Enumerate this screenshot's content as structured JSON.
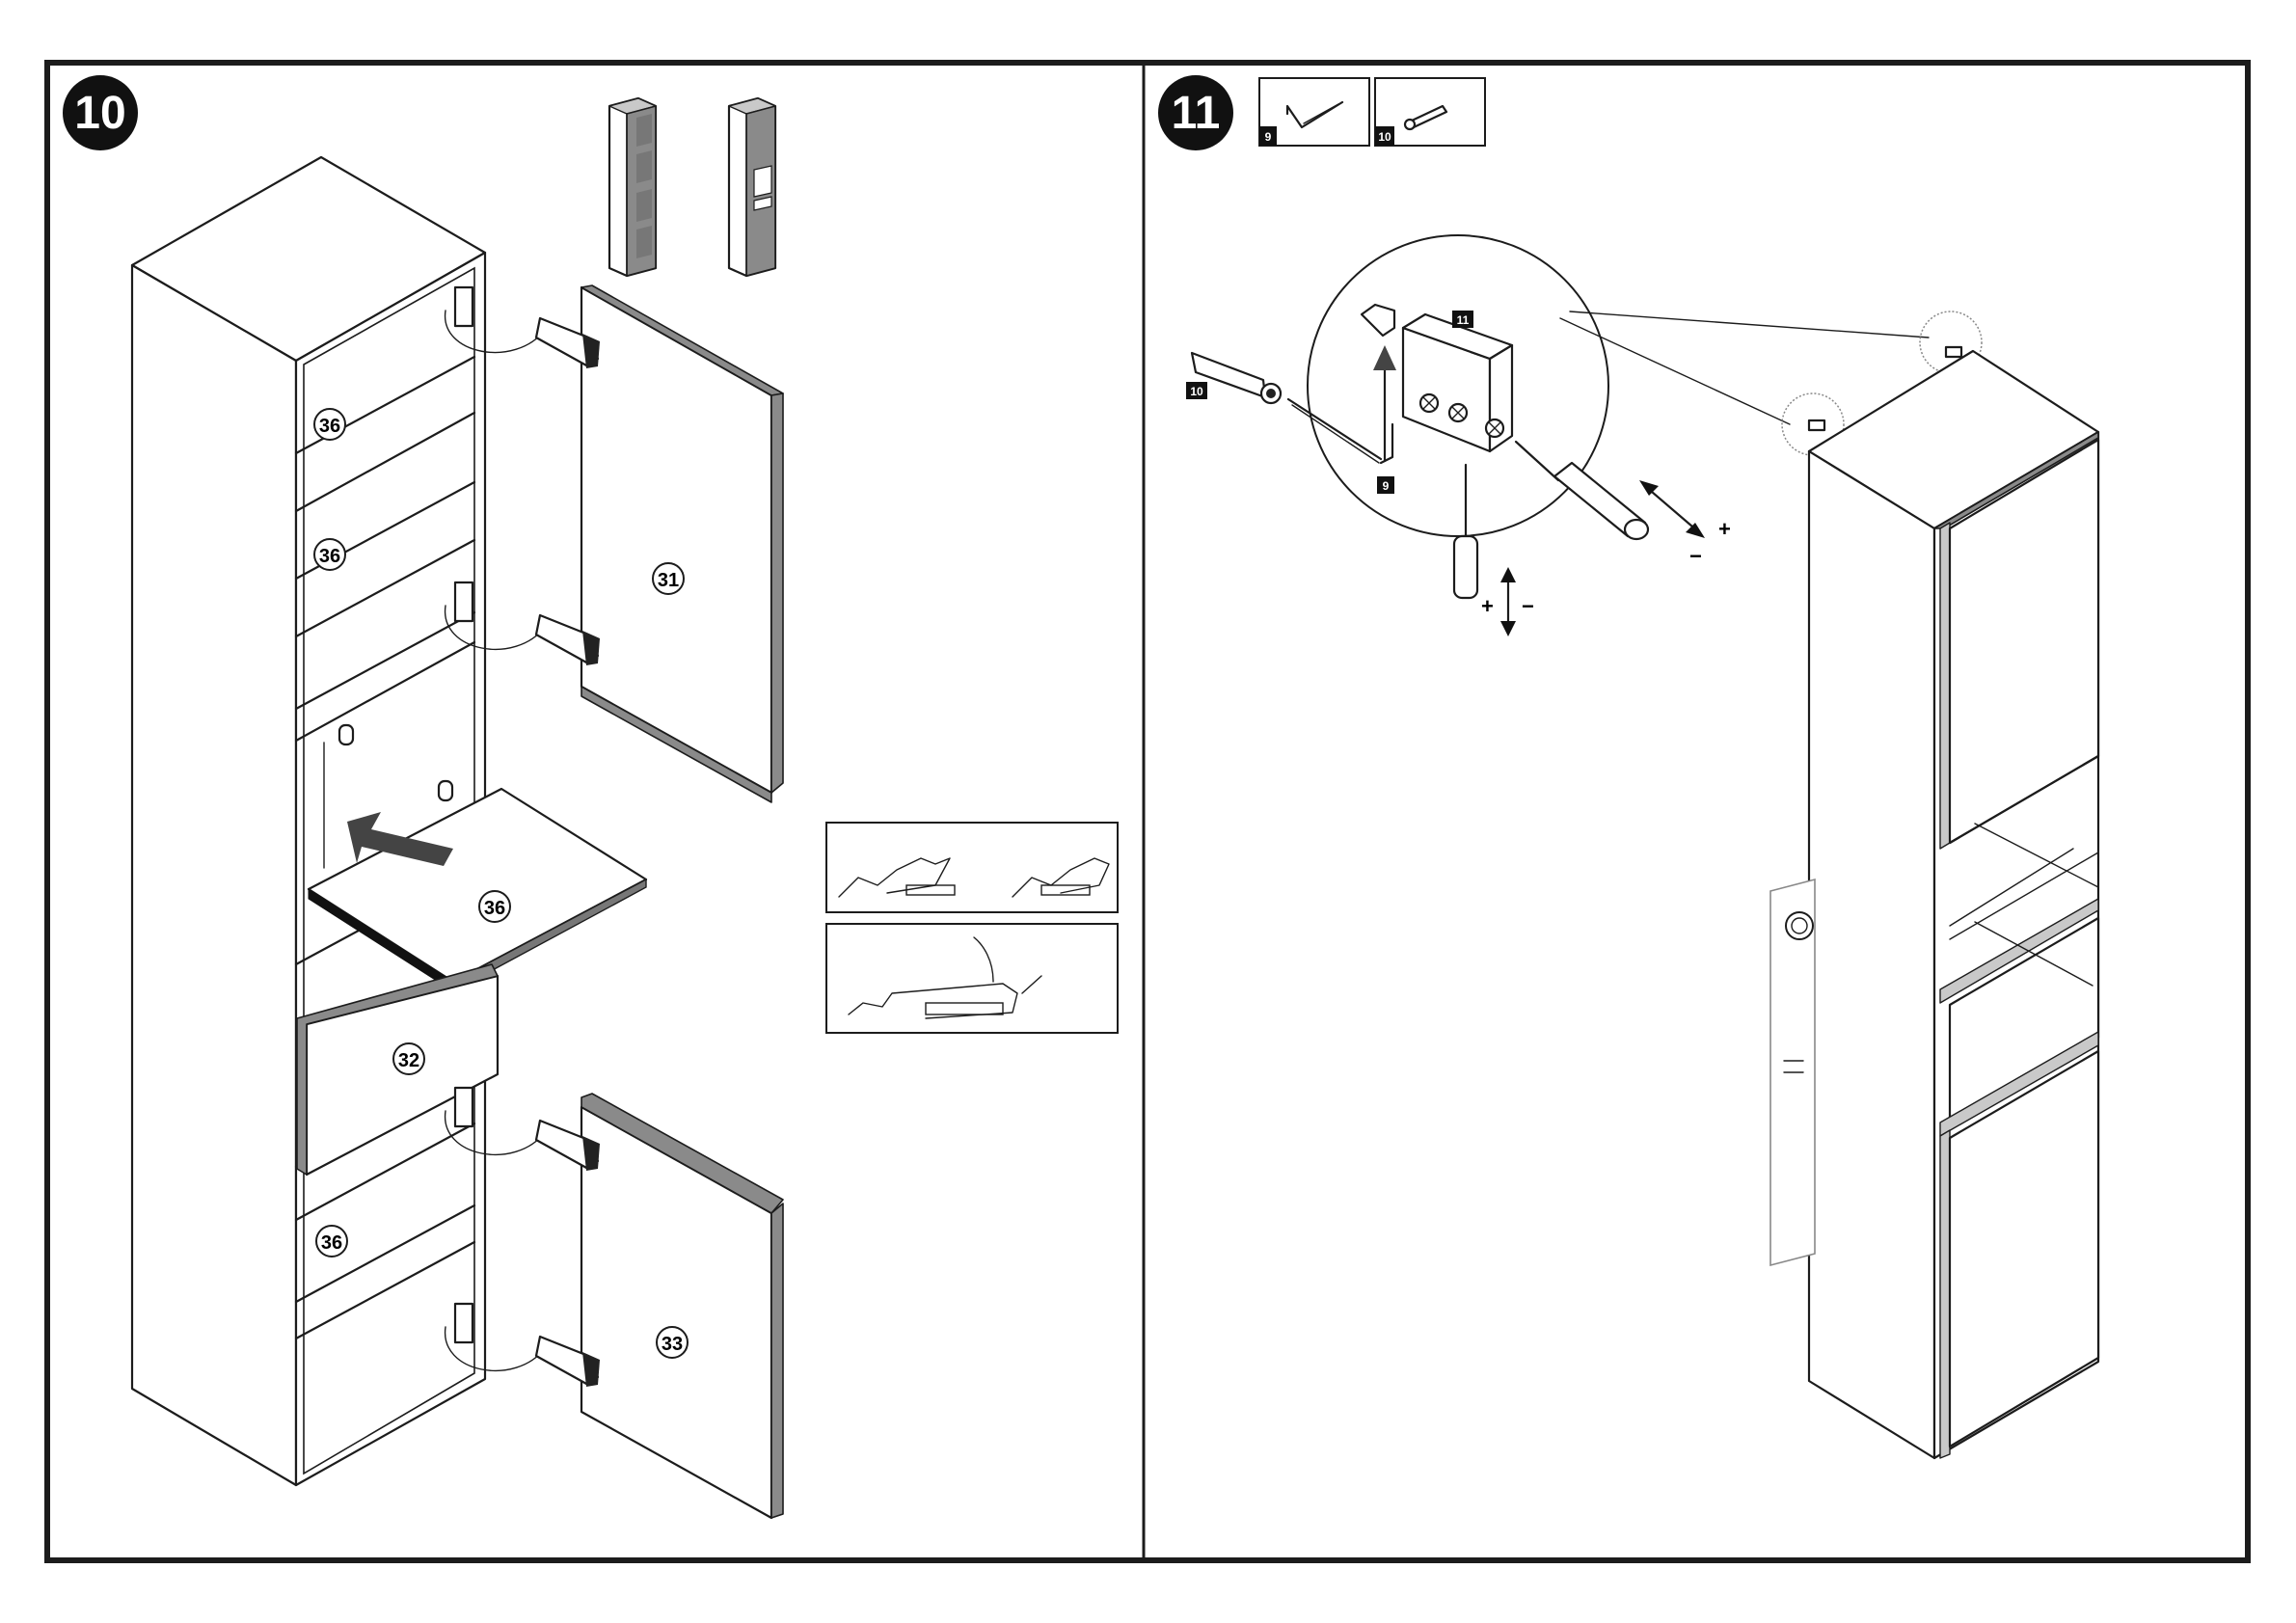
{
  "steps": [
    {
      "number": "10"
    },
    {
      "number": "11"
    }
  ],
  "step10": {
    "shelf_labels": [
      "36",
      "36",
      "36",
      "36"
    ],
    "door_top_label": "31",
    "drawer_label": "32",
    "door_bottom_label": "33"
  },
  "step11": {
    "parts": [
      {
        "number": "9",
        "icon": "hook-screw-icon"
      },
      {
        "number": "10",
        "icon": "wall-plug-icon"
      }
    ],
    "detail_labels": {
      "plug": "10",
      "bracket": "11",
      "hook": "9"
    },
    "adjust": {
      "plus": "+",
      "minus": "−"
    }
  },
  "colors": {
    "ink": "#1c1c1c",
    "edge_gray": "#8a8a8a",
    "paper": "#ffffff"
  }
}
